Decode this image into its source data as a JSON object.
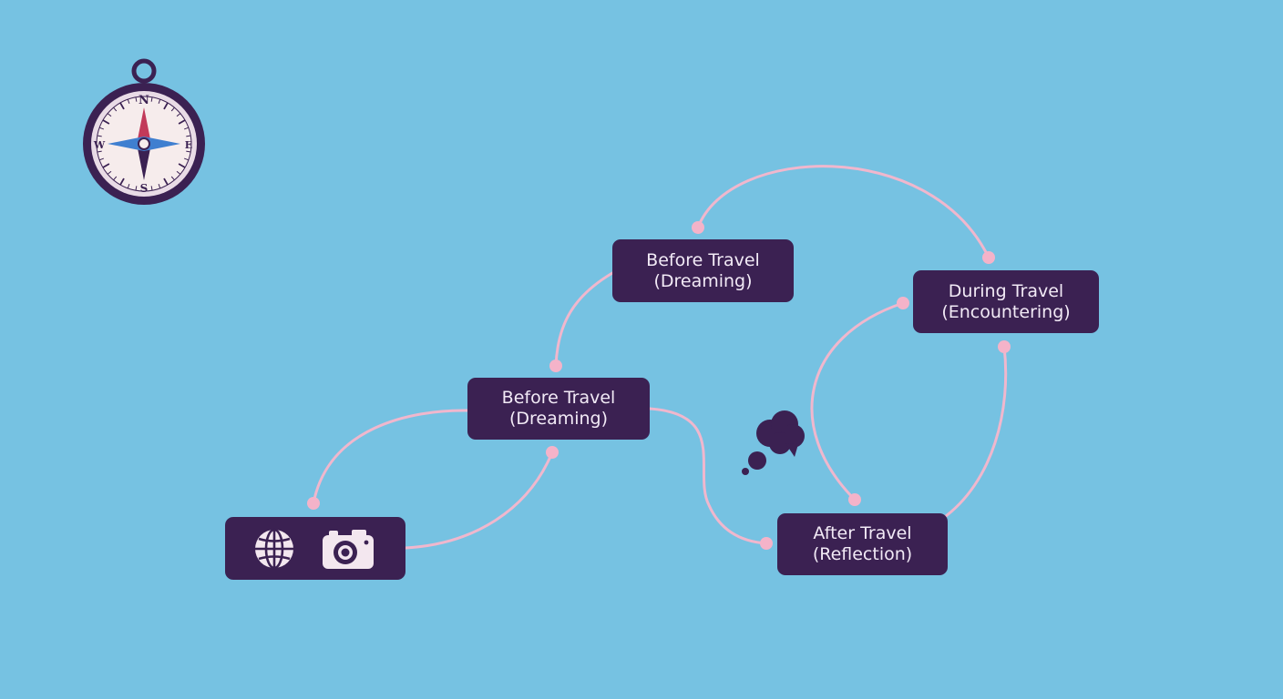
{
  "colors": {
    "background": "#76c2e2",
    "node_fill": "#3b2152",
    "node_text": "#f2eaf6",
    "connector": "#f0b7cd",
    "dot": "#f4b3c9",
    "compass_accent": "#c23a5a",
    "compass_needle_blue": "#3f7fd0"
  },
  "icons": {
    "compass": "compass-icon",
    "globe": "globe-icon",
    "camera": "camera-icon",
    "thought": "thought-bubble-icon"
  },
  "compass": {
    "north": "N",
    "south": "S",
    "east": "E",
    "west": "W"
  },
  "nodes": {
    "before_top": {
      "line1": "Before Travel",
      "line2": "(Dreaming)"
    },
    "before_mid": {
      "line1": "Before Travel",
      "line2": "(Dreaming)"
    },
    "during": {
      "line1": "During Travel",
      "line2": "(Encountering)"
    },
    "after": {
      "line1": "After Travel",
      "line2": "(Reflection)"
    }
  }
}
